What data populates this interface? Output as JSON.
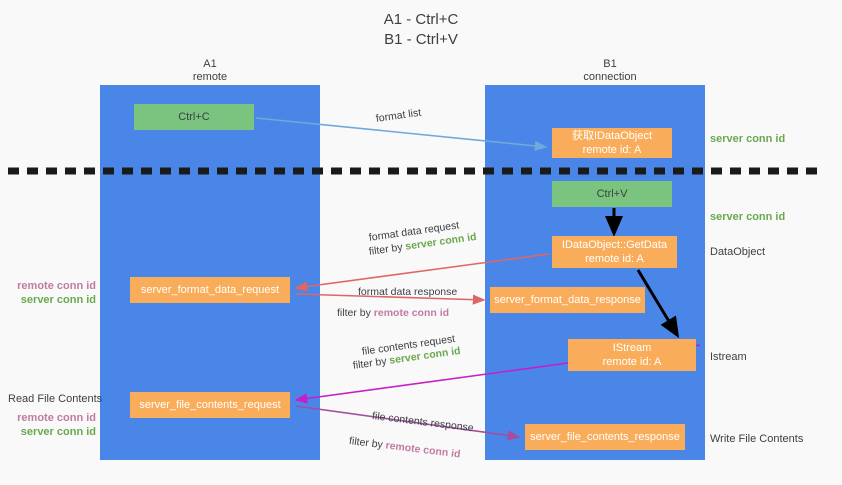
{
  "title": "A1 - Ctrl+C\nB1 - Ctrl+V",
  "lanes": [
    {
      "name": "a1",
      "label": "A1\nremote"
    },
    {
      "name": "b1",
      "label": "B1\nconnection"
    }
  ],
  "nodes": {
    "ctrl_c": "Ctrl+C",
    "get_idataobject": "获取IDataObject\nremote id: A",
    "ctrl_v": "Ctrl+V",
    "idataobject_getdata": "IDataObject::GetData\nremote id: A",
    "server_format_data_request": "server_format_data_request",
    "server_format_data_response": "server_format_data_response",
    "istream": "IStream\nremote id: A",
    "server_file_contents_request": "server_file_contents_request",
    "server_file_contents_response": "server_file_contents_response"
  },
  "edge_labels": {
    "format_list": "format list",
    "format_data_request": "format data request",
    "format_data_request_filter_prefix": "filter by ",
    "format_data_request_filter_value": "server conn id",
    "format_data_response": "format data response",
    "format_data_response_filter_prefix": "filter by ",
    "format_data_response_filter_value": "remote conn id",
    "file_contents_request": "file contents request",
    "file_contents_request_filter_prefix": "filter by ",
    "file_contents_request_filter_value": "server conn id",
    "file_contents_response": "file contents response",
    "file_contents_response_filter_prefix": "filter by ",
    "file_contents_response_filter_value": "remote conn id"
  },
  "annotations": {
    "server_conn_id_top": "server conn id",
    "server_conn_id_mid": "server conn id",
    "dataobject": "DataObject",
    "istream": "Istream",
    "write_file_contents": "Write File Contents",
    "read_file_contents": "Read File Contents",
    "remote_conn_id": "remote conn id",
    "server_conn_id": "server conn id"
  },
  "colors": {
    "lane": "#4a86e8",
    "green_node": "#7bc47f",
    "orange_node": "#f9ad5a",
    "green_text": "#6aa84f",
    "purple_text": "#c27ba0",
    "blue_arrow": "#6fa8dc",
    "red_arrow": "#e06666",
    "magenta_arrow": "#c71fc7",
    "purple_arrow": "#a64d9e",
    "black_arrow": "#000000",
    "background": "#f9f9f9"
  }
}
